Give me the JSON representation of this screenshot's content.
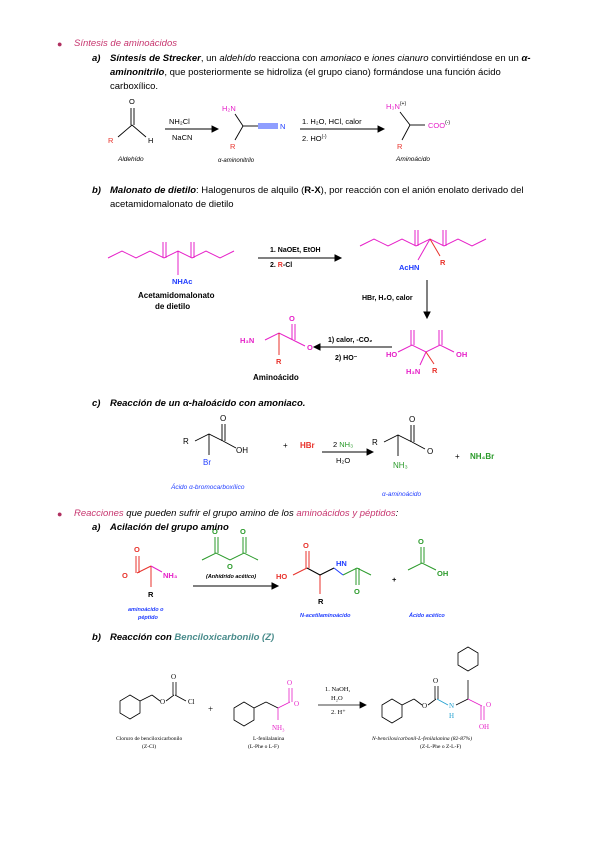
{
  "colors": {
    "magenta": "#e620c8",
    "red": "#e8322b",
    "blue": "#1f3cff",
    "green": "#2a9a2a",
    "teal": "#5aa0a0",
    "bullet": "#b03060",
    "sectionPink": "#c7366f"
  },
  "s1": {
    "title": "Síntesis de aminoácidos",
    "a": {
      "label": "a)",
      "p1_title": "Síntesis de Strecker",
      "p1_t1": ", un ",
      "p1_aldehido": "aldehído",
      "p1_t2": " reacciona con ",
      "p1_amoniaco": "amoniaco",
      "p1_t3": " e ",
      "p1_cianuro": "iones cianuro",
      "p1_t4": " convirtiéndose en un ",
      "p1_alpha": "α-",
      "l2_amino": "aminonitrilo",
      "l2_rest": ", que posteriormente se hidroliza (el grupo ciano) formándose una función ácido",
      "l3": "carboxílico.",
      "scheme": {
        "o": "O",
        "r": "R",
        "h": "H",
        "reag1": "NH₂Cl",
        "reag2": "NaCN",
        "aldehyde": "Aldehído",
        "h2n": "H₂N",
        "n": "N",
        "nitrile": "α-aminonitrilo",
        "cond1": "1. H₂O, HCl, calor",
        "cond2": "2. HO",
        "cond2sup": "(-)",
        "h3n": "H₃N",
        "plus": "(+)",
        "coo": "COO",
        "minus": "(-)",
        "amino": "Aminoácido"
      }
    },
    "b": {
      "label": "b)",
      "title": "Malonato de dietilo",
      "t1": ": Halogenuros de alquilo (",
      "rx": "R-X",
      "t2": "), por reacción con el anión enolato derivado del",
      "l2": "acetamidomalonato de dietilo",
      "scheme": {
        "nhac": "NHAc",
        "name1": "Acetamidomalonato",
        "name2": "de dietilo",
        "r1a": "1. NaOEt, EtOH",
        "r1b": "2. ",
        "r1c": "R",
        "r1d": "-Cl",
        "achn": "AcHN",
        "r": "R",
        "o": "O",
        "hbr": "HBr, H₂O, calor",
        "ho": "HO",
        "oh": "OH",
        "h3n": "H₃N",
        "c1": "1) calor, -CO₂",
        "c2": "2) HO⁻",
        "h3n2": "H₃N",
        "amino": "Aminoácido"
      }
    },
    "c": {
      "label": "c)",
      "title": "Reacción de un α-haloácido con amoniaco",
      "dot": ".",
      "scheme": {
        "r": "R",
        "o": "O",
        "oh": "OH",
        "br": "Br",
        "plus": "+",
        "hbr": "HBr",
        "nh3a": "2 ",
        "nh3b": "NH₃",
        "h2o": "H₂O",
        "nh3": "NH₃",
        "nh4br": "NH₄Br",
        "name1": "Ácido α-bromocarboxílico",
        "name2": "α-aminoácido"
      }
    }
  },
  "s2": {
    "t1": "Reacciones",
    "t2": " que pueden sufrir el grupo amino de los ",
    "t3": "aminoácidos y péptidos",
    "t4": ":",
    "a": {
      "label": "a)",
      "title": "Acilación del grupo amino",
      "scheme": {
        "o": "O",
        "nh3": "NH₃",
        "r": "R",
        "anh": "(Anhídrido acético)",
        "ho": "HO",
        "n": "N",
        "h": "H",
        "oh": "OH",
        "plus": "+",
        "n1a": "aminoácido o",
        "n1b": "péptido",
        "n2": "N-acetilaminoácido",
        "n3": "Ácido acético"
      }
    },
    "b": {
      "label": "b)",
      "t1": "Reacción con ",
      "t2": "Benciloxicarbonilo (Z)",
      "scheme": {
        "o": "O",
        "cl": "Cl",
        "plus": "+",
        "nh3": "NH₃",
        "r1": "1. NaOH,",
        "r2": "H₂O",
        "r3": "2. H⁺",
        "n": "N",
        "h": "H",
        "oh": "OH",
        "n1a": "Cloruro de benciloxicarbonilo",
        "n1b": "(Z-Cl)",
        "n2a": "L-fenilalanina",
        "n2b": "(L-Phe o L-F)",
        "n3a": "N-benciloxicarbonil-L-fenilalanina (82-87%)",
        "n3b": "(Z-L-Phe o Z-L-F)"
      }
    }
  }
}
